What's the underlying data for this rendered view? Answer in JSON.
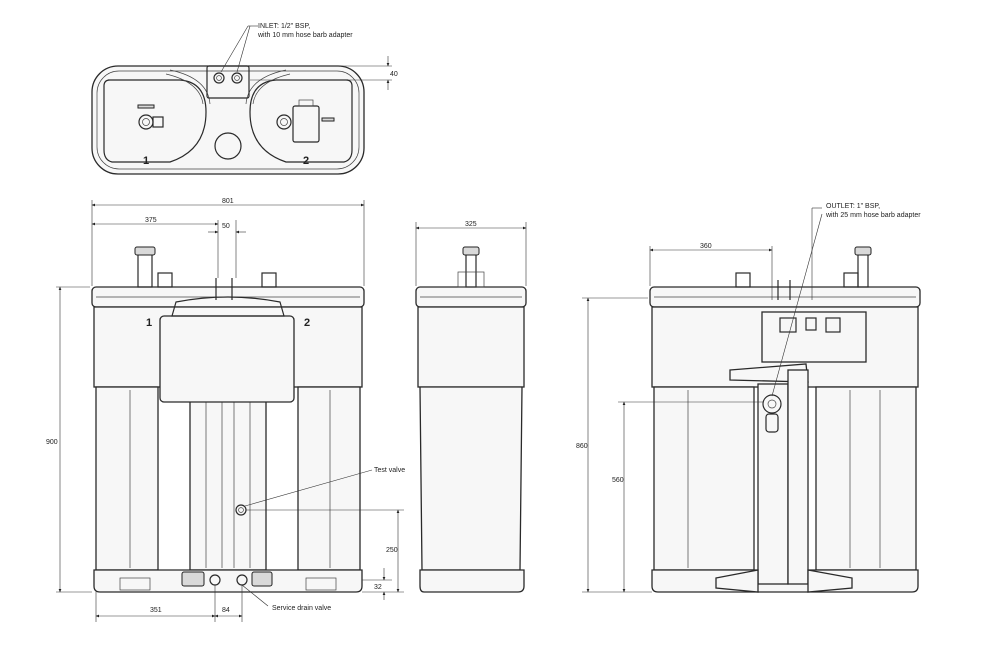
{
  "annotations": {
    "inlet_line1": "INLET: 1/2\" BSP,",
    "inlet_line2": "with 10 mm hose barb adapter",
    "outlet_line1": "OUTLET: 1\" BSP,",
    "outlet_line2": "with 25 mm hose barb adapter",
    "test_valve": "Test valve",
    "service_drain_valve": "Service drain valve"
  },
  "chamber_numbers": {
    "top_left": "1",
    "top_right": "2",
    "front_left": "1",
    "front_right": "2"
  },
  "dimensions": {
    "top_depth": "40",
    "overall_width": "801",
    "left_to_inlet": "375",
    "inlet_spacing": "50",
    "side_depth": "325",
    "rear_to_outlet": "360",
    "overall_height": "900",
    "rear_height": "860",
    "outlet_height": "560",
    "test_valve_height": "250",
    "drain_height": "32",
    "left_to_drain": "351",
    "drain_spacing": "84"
  }
}
